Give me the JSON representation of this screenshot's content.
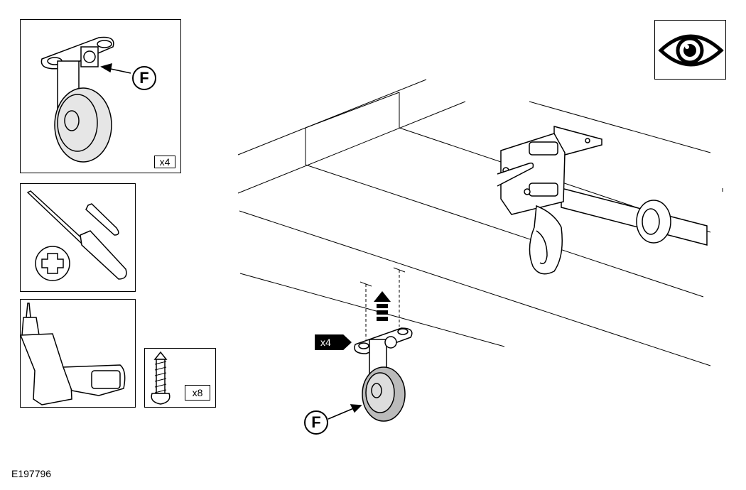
{
  "panels": {
    "part_detail": {
      "quantity_label": "x4",
      "callout_letter": "F"
    },
    "tools": {
      "screwdriver_type": "phillips"
    },
    "fasteners": {
      "quantity_label": "x8"
    }
  },
  "main_scene": {
    "quantity_tag": "x4",
    "callout_letter": "F"
  },
  "header_icon": "eye-icon",
  "figure_reference": "E197796"
}
